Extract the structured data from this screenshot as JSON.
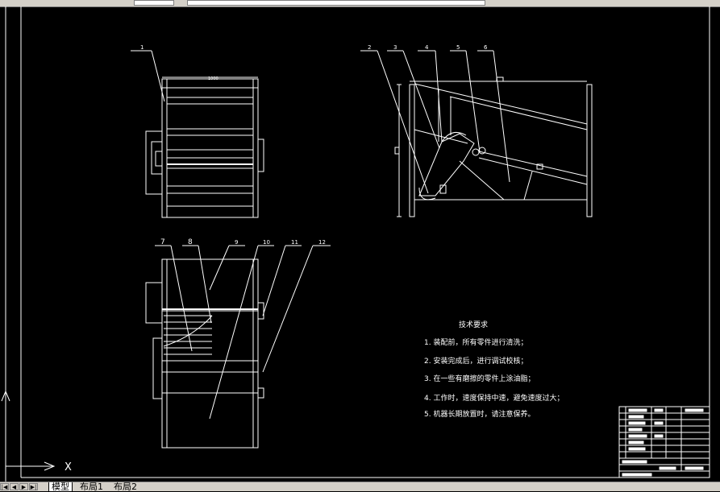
{
  "tabs": [
    {
      "label": "模型",
      "active": true
    },
    {
      "label": "布局1",
      "active": false
    },
    {
      "label": "布局2",
      "active": false
    }
  ],
  "nav_buttons": [
    "|◀",
    "◀",
    "▶",
    "▶|"
  ],
  "ucs": {
    "x_label": "X"
  },
  "drawing": {
    "dimension_text": "1000",
    "balloons": [
      "1",
      "2",
      "3",
      "4",
      "5",
      "6",
      "7",
      "8",
      "9",
      "10",
      "11",
      "12"
    ]
  },
  "notes": {
    "title": "技术要求",
    "items": [
      "1. 装配前，所有零件进行清洗；",
      "2. 安装完成后，进行调试校核；",
      "3. 在一些有磨擦的零件上涂油脂；",
      "4. 工作时，速度保持中速，避免速度过大；",
      "5. 机器长期放置时，请注意保养。"
    ]
  },
  "colors": {
    "background": "#000000",
    "lines": "#ffffff",
    "ui_gray": "#d4d0c8"
  }
}
